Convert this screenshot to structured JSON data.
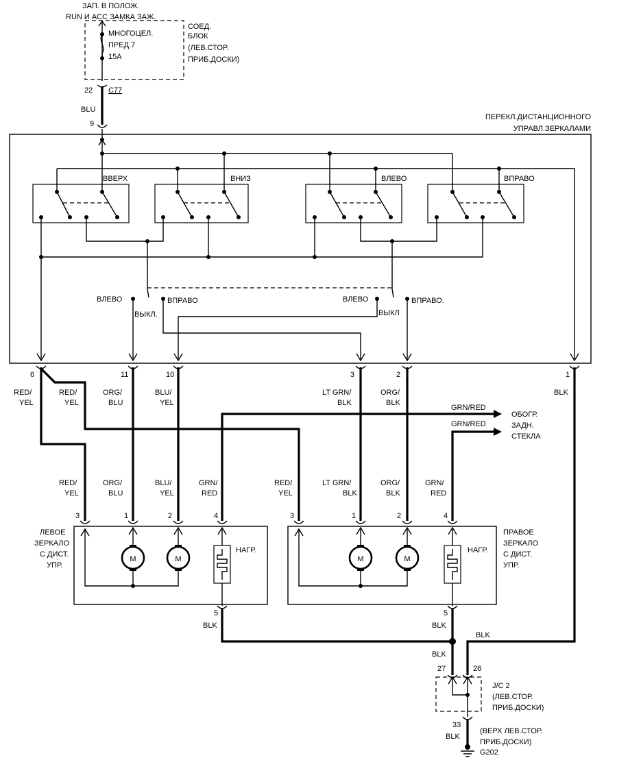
{
  "power": {
    "ignition_line1": "ЗАП. В ПОЛОЖ.",
    "ignition_line2": "RUN И ACC ЗАМКА ЗАЖ.",
    "fuse_line1": "МНОГОЦЕЛ.",
    "fuse_line2": "ПРЕД.7",
    "fuse_line3": "15A",
    "block_line1": "СОЕД.",
    "block_line2": "БЛОК",
    "block_line3": "(ЛЕВ.СТОР.",
    "block_line4": "ПРИБ.ДОСКИ)",
    "pin": "22",
    "connector": "C77",
    "wire": "BLU"
  },
  "switch": {
    "title_line1": "ПЕРЕКЛ.ДИСТАНЦИОННОГО",
    "title_line2": "УПРАВЛ.ЗЕРКАЛАМИ",
    "input_pin": "9",
    "up": "ВВЕРХ",
    "down": "ВНИЗ",
    "left": "ВЛЕВО",
    "right": "ВПРАВО",
    "sel_left_l": "ВЛЕВО",
    "sel_left_r": "ВПРАВО",
    "sel_left_off": "ВЫКЛ.",
    "sel_right_l": "ВЛЕВО",
    "sel_right_r": "ВПРАВО.",
    "sel_right_off": "ВЫКЛ"
  },
  "pins": {
    "p6": "6",
    "p11": "11",
    "p10": "10",
    "p3": "3",
    "p2": "2",
    "p1": "1"
  },
  "wires_top": {
    "w6a_1": "RED/",
    "w6a_2": "YEL",
    "w6b_1": "RED/",
    "w6b_2": "YEL",
    "w11_1": "ORG/",
    "w11_2": "BLU",
    "w10_1": "BLU/",
    "w10_2": "YEL",
    "w3_1": "LT GRN/",
    "w3_2": "BLK",
    "w2_1": "ORG/",
    "w2_2": "BLK",
    "w1": "BLK"
  },
  "defroster": {
    "wire1": "GRN/RED",
    "wire2": "GRN/RED",
    "label1": "ОБОГР.",
    "label2": "ЗАДН.",
    "label3": "СТЕКЛА"
  },
  "left_mirror": {
    "w3_1": "RED/",
    "w3_2": "YEL",
    "w1_1": "ORG/",
    "w1_2": "BLU",
    "w2_1": "BLU/",
    "w2_2": "YEL",
    "w4_1": "GRN/",
    "w4_2": "RED",
    "pin3": "3",
    "pin1": "1",
    "pin2": "2",
    "pin4": "4",
    "pin5": "5",
    "name1": "ЛЕВОЕ",
    "name2": "ЗЕРКАЛО",
    "name3": "С ДИСТ.",
    "name4": "УПР.",
    "motor": "M",
    "heater": "НАГР.",
    "ground_wire": "BLK"
  },
  "right_mirror": {
    "w3_1": "RED/",
    "w3_2": "YEL",
    "w1_1": "LT GRN/",
    "w1_2": "BLK",
    "w2_1": "ORG/",
    "w2_2": "BLK",
    "w4_1": "GRN/",
    "w4_2": "RED",
    "pin3": "3",
    "pin1": "1",
    "pin2": "2",
    "pin4": "4",
    "pin5": "5",
    "name1": "ПРАВОЕ",
    "name2": "ЗЕРКАЛО",
    "name3": "С ДИСТ.",
    "name4": "УПР.",
    "motor": "M",
    "heater": "НАГР.",
    "ground_wire": "BLK"
  },
  "ground": {
    "splice_wire": "BLK",
    "return_wire": "BLK",
    "pin27": "27",
    "pin26": "26",
    "jc_line1": "J/C 2",
    "jc_line2": "(ЛЕВ.СТОР.",
    "jc_line3": "ПРИБ.ДОСКИ)",
    "pin33": "33",
    "out_wire": "BLK",
    "loc_line1": "(ВЕРХ ЛЕВ.СТОР.",
    "loc_line2": "ПРИБ.ДОСКИ)",
    "ground_id": "G202"
  }
}
